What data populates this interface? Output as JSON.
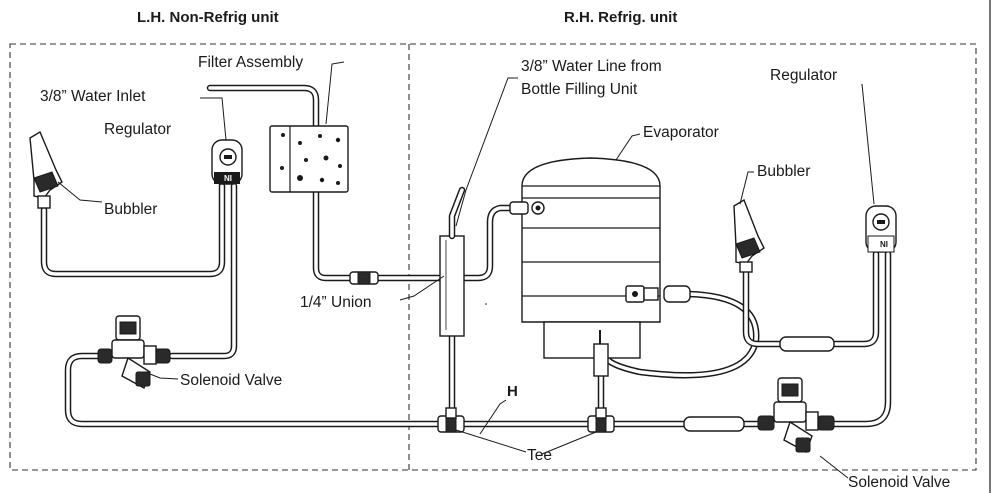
{
  "headers": {
    "left_unit": "L.H. Non-Refrig unit",
    "right_unit": "R.H. Refrig. unit"
  },
  "labels": {
    "filter_assembly": "Filter Assembly",
    "water_inlet": "3/8” Water Inlet",
    "regulator_left": "Regulator",
    "bubbler_left": "Bubbler",
    "union": "1/4” Union",
    "solenoid_left": "Solenoid Valve",
    "water_line_1": "3/8” Water Line from",
    "water_line_2": "Bottle Filling Unit",
    "evaporator": "Evaporator",
    "regulator_right": "Regulator",
    "bubbler_right": "Bubbler",
    "h_marker": "H",
    "tee": "Tee",
    "solenoid_right": "Solenoid Valve"
  },
  "regulator_badge": "NI"
}
